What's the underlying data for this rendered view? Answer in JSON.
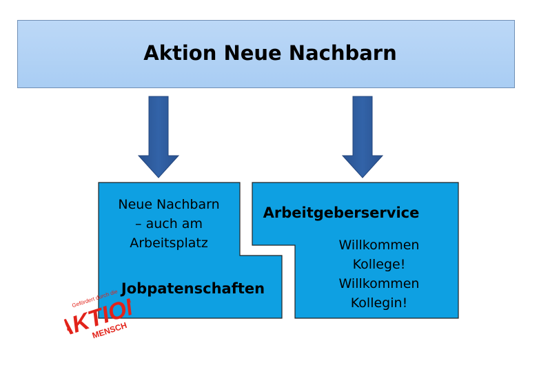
{
  "header": {
    "title": "Aktion Neue Nachbarn"
  },
  "left_box": {
    "lines": [
      "Neue Nachbarn",
      "– auch am",
      "Arbeitsplatz"
    ],
    "subtitle": "Jobpatenschaften"
  },
  "right_box": {
    "title": "Arbeitgeberservice",
    "lines": [
      "Willkommen",
      "Kollege!",
      "Willkommen",
      "Kollegin!"
    ]
  },
  "logo": {
    "tagline": "Gefördert durch die",
    "word1": "AKTION",
    "word2": "MENSCH"
  },
  "colors": {
    "header_fill": "#b6d4f5",
    "box_fill": "#0ea0e2",
    "arrow_fill": "#2d5896",
    "logo_red": "#e2231a"
  }
}
